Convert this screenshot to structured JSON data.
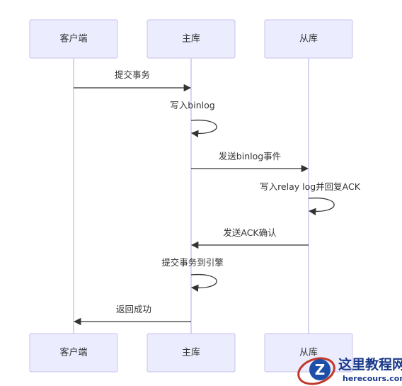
{
  "participants": [
    {
      "id": "client",
      "label": "客户端"
    },
    {
      "id": "master",
      "label": "主库"
    },
    {
      "id": "slave",
      "label": "从库"
    }
  ],
  "messages": [
    {
      "from": "client",
      "to": "master",
      "label": "提交事务"
    },
    {
      "from": "master",
      "to": "master",
      "label": "写入binlog"
    },
    {
      "from": "master",
      "to": "slave",
      "label": "发送binlog事件"
    },
    {
      "from": "slave",
      "to": "slave",
      "label": "写入relay log并回复ACK"
    },
    {
      "from": "slave",
      "to": "master",
      "label": "发送ACK确认"
    },
    {
      "from": "master",
      "to": "master",
      "label": "提交事务到引擎"
    },
    {
      "from": "master",
      "to": "client",
      "label": "返回成功"
    }
  ],
  "colors": {
    "actor_fill": "#ECECFF",
    "actor_border": "#C7C1EE",
    "lifeline": "#C7C1EE",
    "arrow": "#333333",
    "text": "#333333"
  },
  "watermark": {
    "title": "这里教程网",
    "url": "herecours.com"
  }
}
